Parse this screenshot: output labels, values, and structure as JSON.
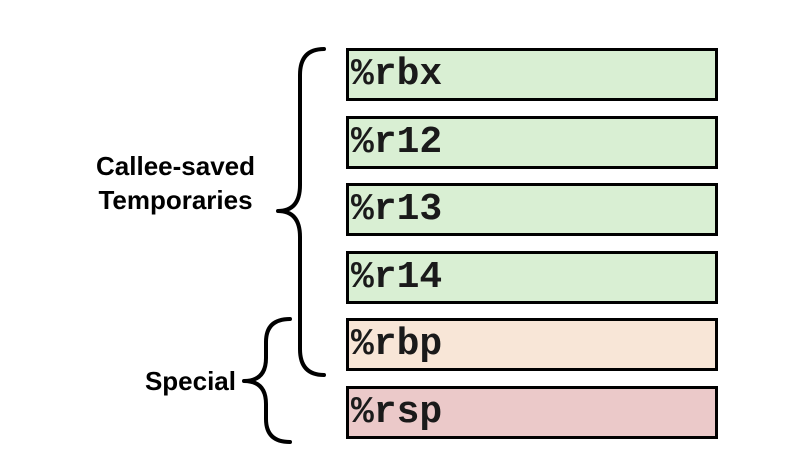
{
  "groups": {
    "callee_saved": {
      "line1": "Callee-saved",
      "line2": "Temporaries"
    },
    "special": {
      "label": "Special"
    }
  },
  "registers": [
    {
      "name": "%rbx",
      "color": "#d9efd3"
    },
    {
      "name": "%r12",
      "color": "#d9efd3"
    },
    {
      "name": "%r13",
      "color": "#d9efd3"
    },
    {
      "name": "%r14",
      "color": "#d9efd3"
    },
    {
      "name": "%rbp",
      "color": "#f8e6d7"
    },
    {
      "name": "%rsp",
      "color": "#ebc9c9"
    }
  ]
}
